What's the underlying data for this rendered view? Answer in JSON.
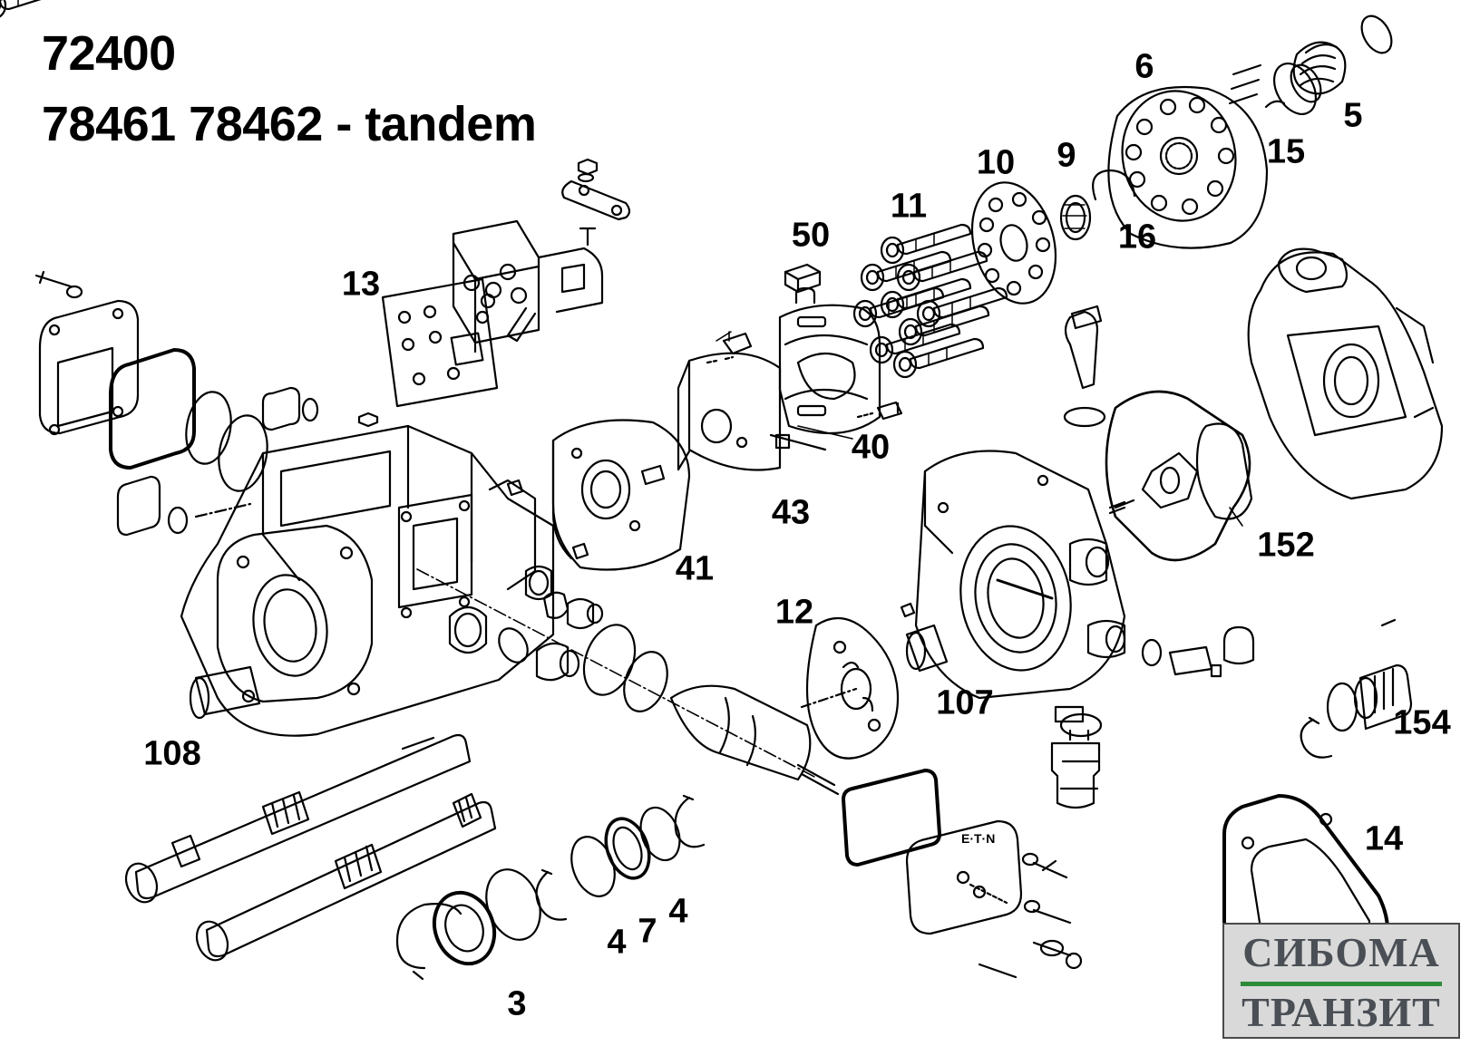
{
  "title": {
    "line1": "72400",
    "line2": "78461 78462 - tandem"
  },
  "callouts": [
    "6",
    "5",
    "15",
    "10",
    "9",
    "16",
    "11",
    "50",
    "13",
    "40",
    "43",
    "41",
    "12",
    "107",
    "152",
    "154",
    "108",
    "14",
    "4",
    "7",
    "4",
    "3"
  ],
  "logo": {
    "line1": "СИБОМА",
    "line2": "ТРАНЗИТ",
    "accent_color": "#2e8b3a"
  }
}
